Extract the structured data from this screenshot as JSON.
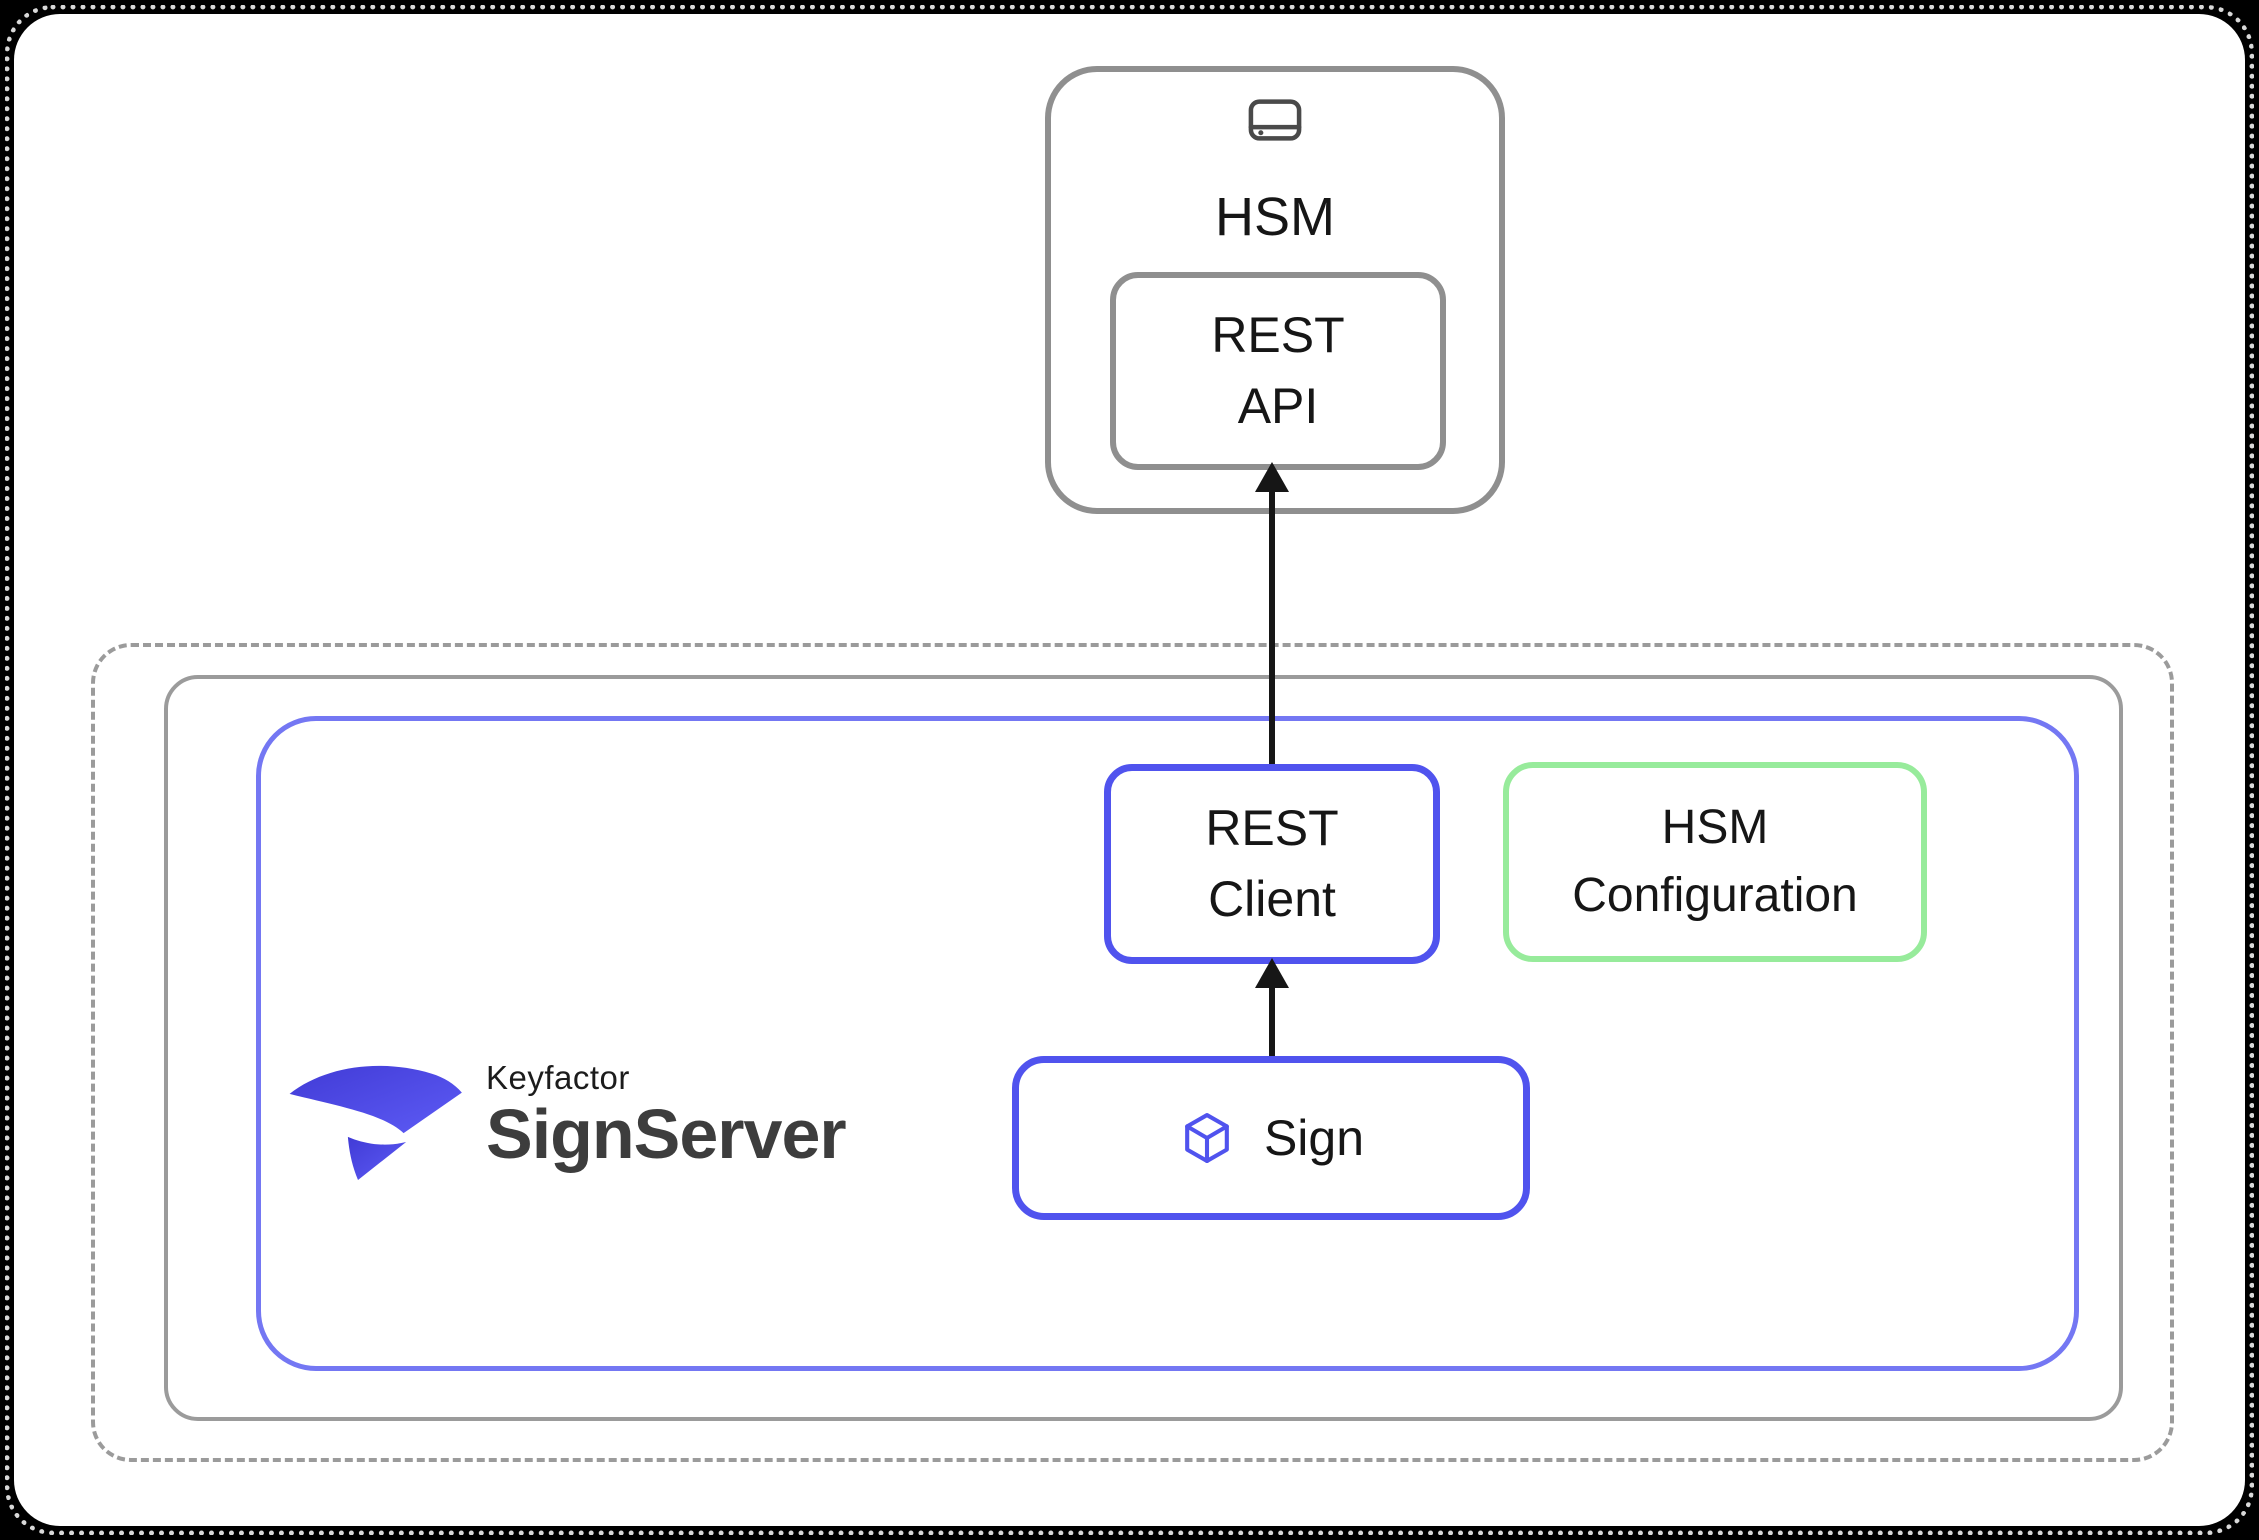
{
  "colors": {
    "blue": "#5053ee",
    "blue-light": "#7477f3",
    "green": "#97eb9b",
    "gray": "#8f8f8f",
    "gray-light": "#9b9b9b",
    "ink": "#161616"
  },
  "hsm": {
    "label": "HSM",
    "icon": "hard-drive-icon",
    "rest_api": {
      "line1": "REST",
      "line2": "API"
    }
  },
  "signserver": {
    "rest_client": {
      "line1": "REST",
      "line2": "Client"
    },
    "hsm_configuration": {
      "line1": "HSM",
      "line2": "Configuration"
    },
    "sign": {
      "label": "Sign",
      "icon": "cube-icon"
    },
    "logo": {
      "brand": "Keyfactor",
      "product": "SignServer",
      "icon": "keyfactor-logo-mark"
    }
  },
  "arrows": [
    {
      "name": "sign-to-rest-client",
      "direction": "up"
    },
    {
      "name": "rest-client-to-rest-api",
      "direction": "up"
    }
  ]
}
